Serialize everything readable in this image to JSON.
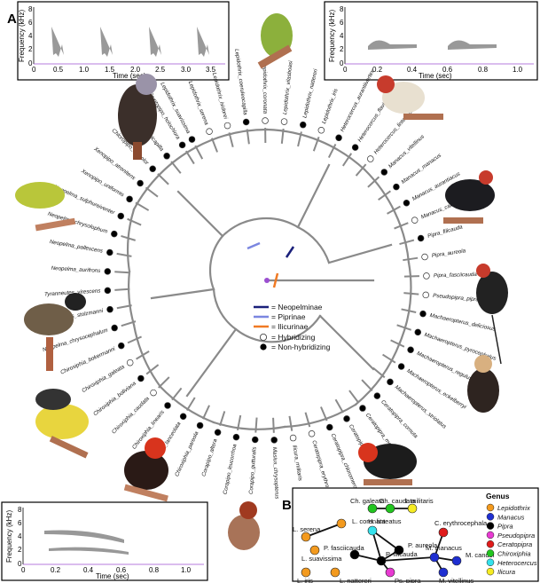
{
  "panel_a_label": "A",
  "panel_b_label": "B",
  "spectro_top_left": {
    "ylabel": "Frequency (kHz)",
    "xlabel": "Time (sec)",
    "yticks": [
      "0",
      "2",
      "4",
      "6",
      "8"
    ],
    "xticks": [
      "0",
      "0.5",
      "1.0",
      "1.5",
      "2.0",
      "2.5",
      "3.0",
      "3.5"
    ]
  },
  "spectro_top_right": {
    "ylabel": "Frequency (kHz)",
    "xlabel": "Time (sec)",
    "yticks": [
      "0",
      "2",
      "4",
      "6",
      "8"
    ],
    "xticks": [
      "0",
      "0.2",
      "0.4",
      "0.6",
      "0.8",
      "1.0"
    ]
  },
  "spectro_bottom_left": {
    "ylabel": "Frequency (kHz)",
    "xlabel": "Time (sec)",
    "yticks": [
      "0",
      "2",
      "4",
      "6",
      "8"
    ],
    "xticks": [
      "0",
      "0.2",
      "0.4",
      "0.6",
      "0.8",
      "1.0"
    ]
  },
  "legend": {
    "items": [
      {
        "label": "= Neopelminae",
        "color": "#1a1f7a"
      },
      {
        "label": "= Piprinae",
        "color": "#7b86e0"
      },
      {
        "label": "= Ilicurinae",
        "color": "#f07a24"
      },
      {
        "label": "= Hybridizing"
      },
      {
        "label": "= Non-hybridizing"
      }
    ]
  },
  "taxa": [
    {
      "name": "Lepidothrix_suavissima",
      "hybrid": false
    },
    {
      "name": "Lepidothrix_serena",
      "hybrid": true
    },
    {
      "name": "Lepidothrix_isidorei",
      "hybrid": true
    },
    {
      "name": "Lepidothrix_coeruleocapilla",
      "hybrid": false
    },
    {
      "name": "Lepidothrix_coronata",
      "hybrid": true
    },
    {
      "name": "Lepidothrix_vilasboasi",
      "hybrid": true
    },
    {
      "name": "Lepidothrix_nattereri",
      "hybrid": false
    },
    {
      "name": "Lepidothrix_iris",
      "hybrid": true
    },
    {
      "name": "Heterocercus_aurantiivertex",
      "hybrid": false
    },
    {
      "name": "Heterocercus_flavivertex",
      "hybrid": false
    },
    {
      "name": "Heterocercus_linteatus",
      "hybrid": true
    },
    {
      "name": "Manacus_vitellinus",
      "hybrid": false
    },
    {
      "name": "Manacus_manacus",
      "hybrid": false
    },
    {
      "name": "Manacus_aurantiacus",
      "hybrid": false
    },
    {
      "name": "Manacus_candei",
      "hybrid": true
    },
    {
      "name": "Pipra_filicauda",
      "hybrid": false
    },
    {
      "name": "Pipra_aureola",
      "hybrid": true
    },
    {
      "name": "Pipra_fasciicauda",
      "hybrid": true
    },
    {
      "name": "Pseudopipra_pipra",
      "hybrid": true
    },
    {
      "name": "Machaeropterus_deliciosus",
      "hybrid": false
    },
    {
      "name": "Machaeropterus_pyrocephalus",
      "hybrid": false
    },
    {
      "name": "Machaeropterus_regulus",
      "hybrid": false
    },
    {
      "name": "Machaeropterus_eckelberryi",
      "hybrid": false
    },
    {
      "name": "Machaeropterus_striolatus",
      "hybrid": false
    },
    {
      "name": "Ceratopipra_cornuta",
      "hybrid": false
    },
    {
      "name": "Ceratopipra_mentalis",
      "hybrid": false
    },
    {
      "name": "Ceratopipra_rubrocapilla",
      "hybrid": false
    },
    {
      "name": "Ceratopipra_chloromeros",
      "hybrid": false
    },
    {
      "name": "Ceratopipra_erythrocephala",
      "hybrid": true
    },
    {
      "name": "Ilicura_militaris",
      "hybrid": true
    },
    {
      "name": "Masius_chrysopterus",
      "hybrid": false
    },
    {
      "name": "Corapipo_gutturalis",
      "hybrid": false
    },
    {
      "name": "Corapipo_leucorrhoa",
      "hybrid": false
    },
    {
      "name": "Corapipo_altera",
      "hybrid": false
    },
    {
      "name": "Chiroxiphia_pareola",
      "hybrid": false
    },
    {
      "name": "Chiroxiphia_lanceolata",
      "hybrid": false
    },
    {
      "name": "Chiroxiphia_linearis",
      "hybrid": false
    },
    {
      "name": "Chiroxiphia_caudata",
      "hybrid": true
    },
    {
      "name": "Chiroxiphia_boliviana",
      "hybrid": false
    },
    {
      "name": "Chiroxiphia_galeata",
      "hybrid": true
    },
    {
      "name": "Chiroxiphia_bokermanni",
      "hybrid": false
    },
    {
      "name": "Neopelma_chrysocephalum",
      "hybrid": false
    },
    {
      "name": "Tyranneutes_stolzmanni",
      "hybrid": false
    },
    {
      "name": "Tyranneutes_virescens",
      "hybrid": false
    },
    {
      "name": "Neopelma_aurifrons",
      "hybrid": false
    },
    {
      "name": "Neopelma_pallescens",
      "hybrid": false
    },
    {
      "name": "Neopelma_chrysolophum",
      "hybrid": false
    },
    {
      "name": "Neopelma_sulphureiventer",
      "hybrid": false
    },
    {
      "name": "Xenopipo_uniformis",
      "hybrid": false
    },
    {
      "name": "Xenopipo_atronitens",
      "hybrid": false
    },
    {
      "name": "Chloropipo_unicolor",
      "hybrid": false
    },
    {
      "name": "Chloropipo_flavicapilla",
      "hybrid": false
    },
    {
      "name": "Cryptopipo_holochlora",
      "hybrid": false
    },
    {
      "name": "Lepidothrix_suavissima",
      "hybrid": true
    }
  ],
  "network": {
    "genus_title": "Genus",
    "genera": [
      {
        "name": "Lepidothrix",
        "color": "#f39a1e"
      },
      {
        "name": "Manacus",
        "color": "#1f2fd1"
      },
      {
        "name": "Pipra",
        "color": "#000000"
      },
      {
        "name": "Pseudopipra",
        "color": "#e83ad2"
      },
      {
        "name": "Ceratopipra",
        "color": "#e01b1b"
      },
      {
        "name": "Chiroxiphia",
        "color": "#22c51f"
      },
      {
        "name": "Heterocercus",
        "color": "#35e2ec"
      },
      {
        "name": "Ilicura",
        "color": "#f6ec22"
      }
    ],
    "nodes": [
      {
        "label": "Ch. galeata",
        "genus": "Chiroxiphia"
      },
      {
        "label": "Ch. caudata",
        "genus": "Chiroxiphia"
      },
      {
        "label": "I. militaris",
        "genus": "Ilicura"
      },
      {
        "label": "L. coronata",
        "genus": "Lepidothrix"
      },
      {
        "label": "L. serena",
        "genus": "Lepidothrix"
      },
      {
        "label": "L. suavissima",
        "genus": "Lepidothrix"
      },
      {
        "label": "H. linteatus",
        "genus": "Heterocercus"
      },
      {
        "label": "P. fasciicauda",
        "genus": "Pipra"
      },
      {
        "label": "C. erythrocephala",
        "genus": "Ceratopipra"
      },
      {
        "label": "P. aureola",
        "genus": "Pipra"
      },
      {
        "label": "P. filicauda",
        "genus": "Pipra"
      },
      {
        "label": "M. manacus",
        "genus": "Manacus"
      },
      {
        "label": "M. candei",
        "genus": "Manacus"
      },
      {
        "label": "M. vitellinus",
        "genus": "Manacus"
      },
      {
        "label": "Ps. pipra",
        "genus": "Pseudopipra"
      },
      {
        "label": "L. iris",
        "genus": "Lepidothrix"
      },
      {
        "label": "L. nattereri",
        "genus": "Lepidothrix"
      }
    ]
  }
}
